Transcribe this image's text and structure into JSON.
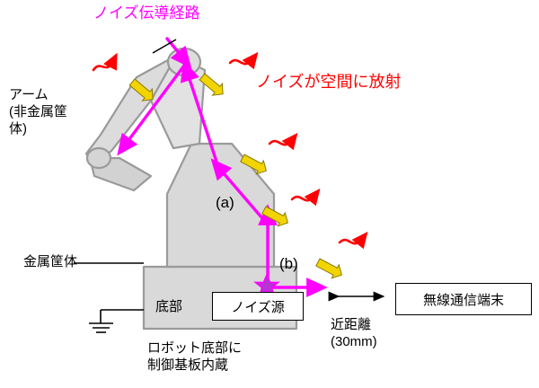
{
  "figure": {
    "title_top": "ノイズ伝導経路",
    "title_right": "ノイズが空間に放射",
    "labels": {
      "arm": "アーム\n(非金属筐\n体)",
      "metal_case": "金属筐体",
      "bottom": "底部",
      "noise_source": "ノイズ源",
      "point_a": "(a)",
      "point_b": "(b)",
      "board_note": "ロボット底部に\n制御基板内蔵",
      "distance": "近距離\n(30mm)",
      "terminal": "無線通信端末"
    },
    "colors": {
      "noise_path": "#ff00ff",
      "radiation": "#ff0000",
      "arrow_small": "#ffd700",
      "robot_fill": "#d9d9d9",
      "robot_stroke": "#808080",
      "text": "#000000"
    },
    "annotations": {
      "radiation_arrow_count": 5,
      "yellow_arrow_count": 5,
      "distance_value_mm": 30
    }
  }
}
